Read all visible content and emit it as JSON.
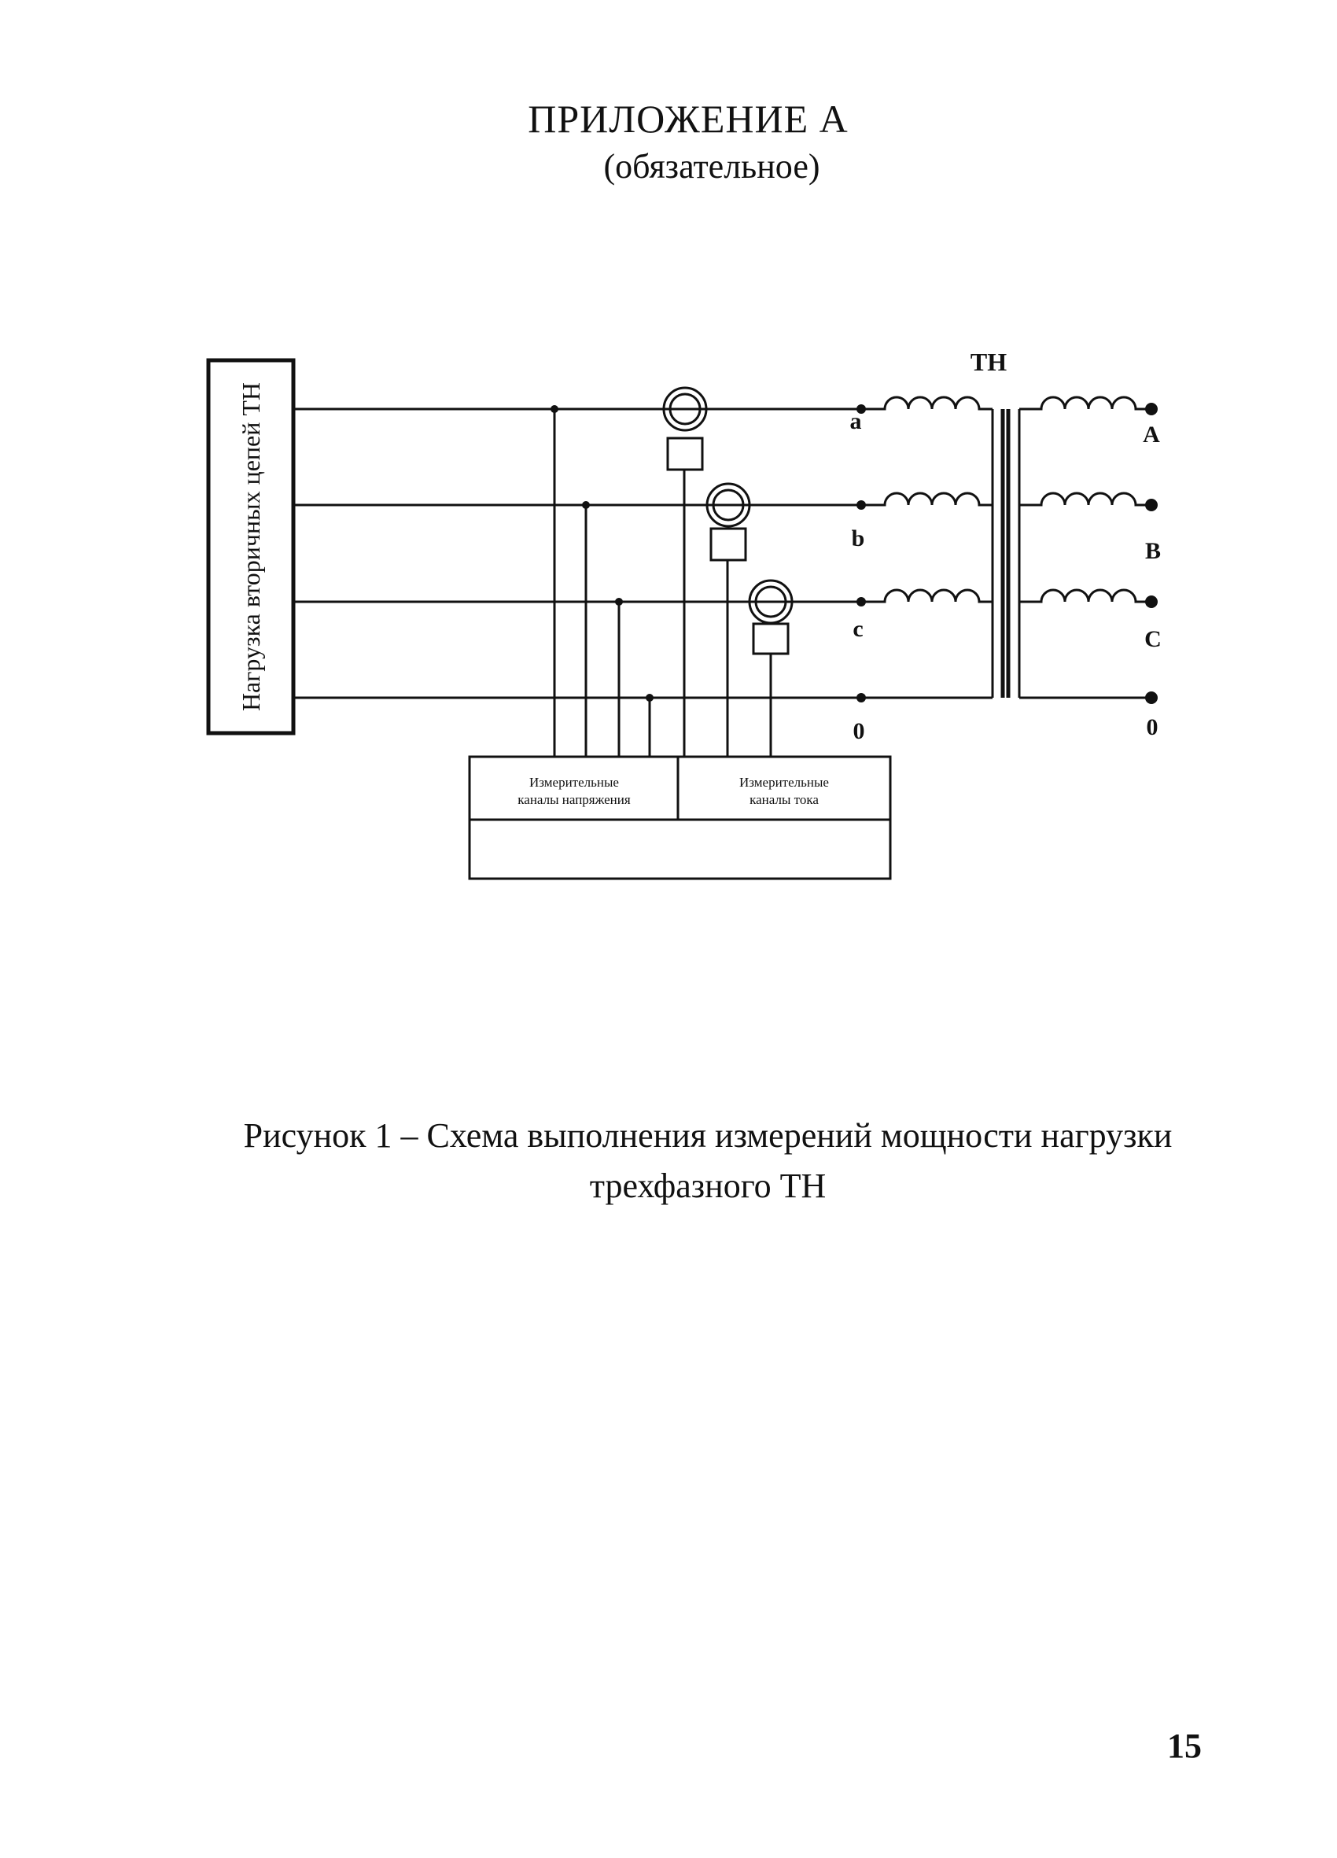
{
  "header": {
    "title": "ПРИЛОЖЕНИЕ А",
    "subtitle": "(обязательное)"
  },
  "diagram": {
    "load_label": "Нагрузка вторичных цепей ТН",
    "transformer_label": "ТН",
    "secondary_terminals": [
      "a",
      "b",
      "c",
      "0"
    ],
    "primary_terminals": [
      "A",
      "B",
      "C",
      "0"
    ],
    "voltage_channels_label": [
      "Измерительные",
      "каналы напряжения"
    ],
    "current_channels_label": [
      "Измерительные",
      "каналы тока"
    ]
  },
  "caption": {
    "line1": "Рисунок 1 – Схема выполнения измерений мощности нагрузки",
    "line2": "трехфазного ТН"
  },
  "page_number": "15"
}
